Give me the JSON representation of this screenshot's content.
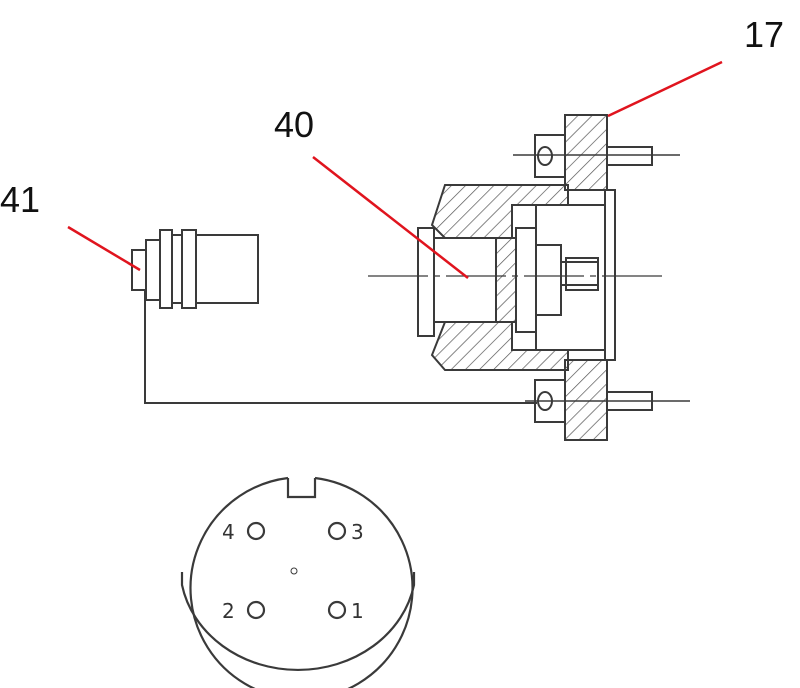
{
  "callouts": [
    {
      "label": "17"
    },
    {
      "label": "40"
    },
    {
      "label": "41"
    }
  ],
  "connector_pins": [
    {
      "label": "4"
    },
    {
      "label": "3"
    },
    {
      "label": "2"
    },
    {
      "label": "1"
    }
  ],
  "colors": {
    "leader_line": "#e0141e",
    "drawing_stroke": "#3a3a3a",
    "hatch": "#555555"
  }
}
